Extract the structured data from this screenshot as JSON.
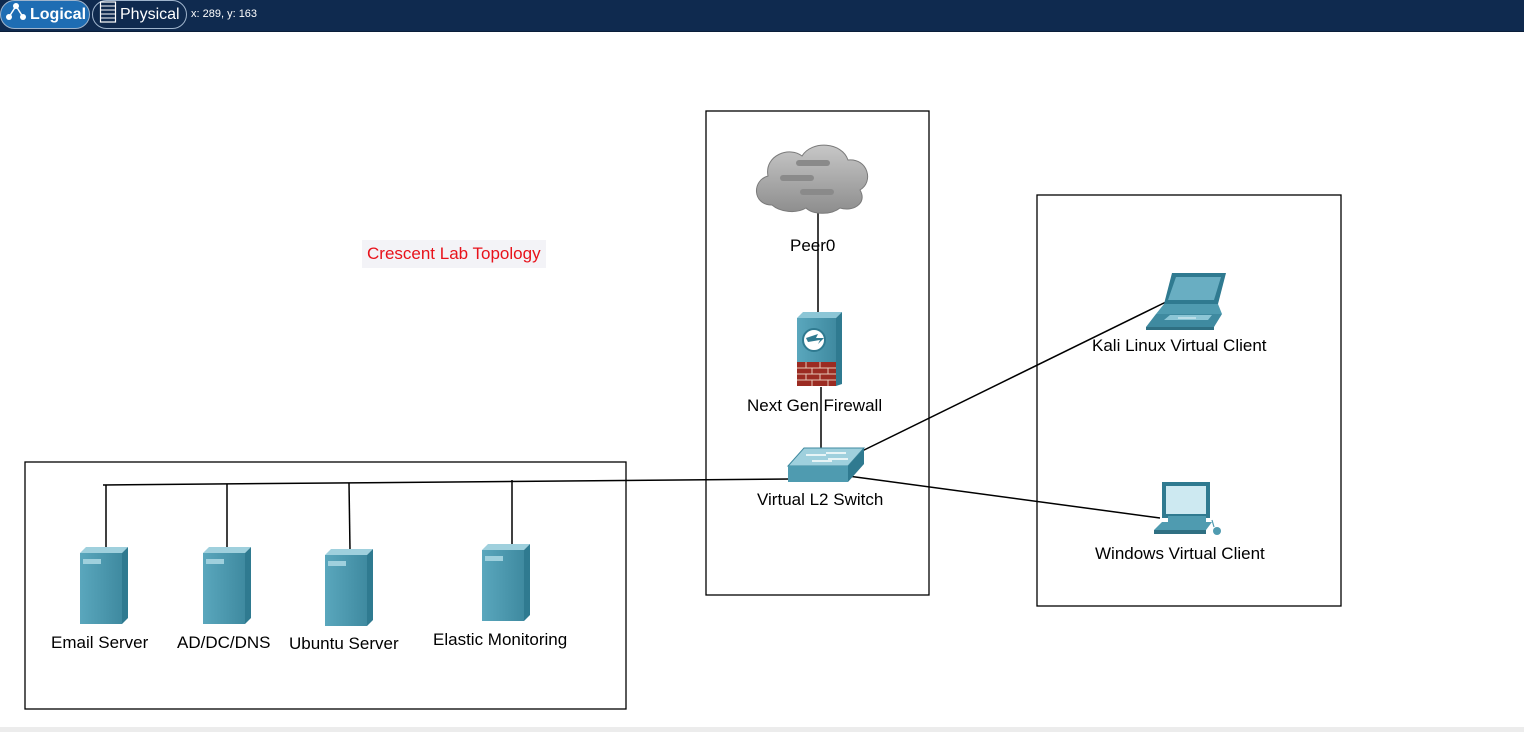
{
  "toolbar": {
    "logical_label": "Logical",
    "physical_label": "Physical",
    "cursor_readout": "x: 289, y: 163",
    "logical_icon": "topology-icon",
    "physical_icon": "rack-icon"
  },
  "diagram": {
    "title": "Crescent Lab Topology",
    "nodes": {
      "peer": "Peer0",
      "firewall": "Next Gen Firewall",
      "switch": "Virtual L2 Switch",
      "kali": "Kali Linux Virtual Client",
      "windows": "Windows Virtual Client",
      "email": "Email Server",
      "addc": "AD/DC/DNS",
      "ubuntu": "Ubuntu Server",
      "elastic": "Elastic Monitoring"
    }
  },
  "colors": {
    "topbar": "#0f2a4f",
    "active_mode": "#1f6db3",
    "device_teal": "#4f9bb0",
    "title_red": "#e8121b"
  }
}
